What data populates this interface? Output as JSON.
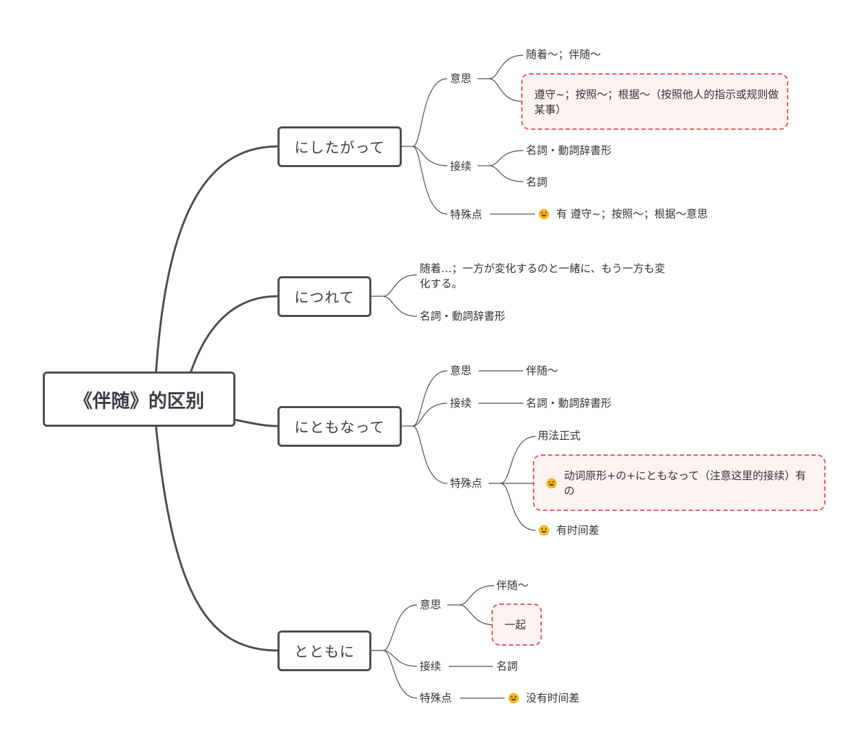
{
  "root": {
    "label": "《伴随》的区别"
  },
  "branches": [
    {
      "label": "にしたがって",
      "groups": [
        {
          "label": "意思",
          "items": [
            "随着～；伴随～",
            "遵守~；按照～；根据～（按照他人的指示或规则做某事）"
          ]
        },
        {
          "label": "接续",
          "items": [
            "名詞・動詞辞書形",
            "名詞"
          ]
        },
        {
          "label": "特殊点",
          "items": [
            "有 遵守~；按照～；根据～意思"
          ]
        }
      ]
    },
    {
      "label": "につれて",
      "items": [
        "随着…；一方が変化するのと一緒に、もう一方も変化する。",
        "名詞・動詞辞書形"
      ]
    },
    {
      "label": "にともなって",
      "groups": [
        {
          "label": "意思",
          "items": [
            "伴随～"
          ]
        },
        {
          "label": "接续",
          "items": [
            "名詞・動詞辞書形"
          ]
        },
        {
          "label": "特殊点",
          "items": [
            "用法正式",
            "动词原形+の+にともなって（注意这里的接续）有の",
            "有时间差"
          ]
        }
      ]
    },
    {
      "label": "とともに",
      "groups": [
        {
          "label": "意思",
          "items": [
            "伴随～",
            "一起"
          ]
        },
        {
          "label": "接续",
          "items": [
            "名詞"
          ]
        },
        {
          "label": "特殊点",
          "items": [
            "没有时间差"
          ]
        }
      ]
    }
  ],
  "icons": {
    "emoji": "grinning-face-icon"
  },
  "colors": {
    "line": "#4a4d52",
    "thin_line": "#4d4d4d",
    "highlight_border": "#e4595c",
    "highlight_fill": "#fdf3f3",
    "emoji_face": "#f5b81c"
  }
}
